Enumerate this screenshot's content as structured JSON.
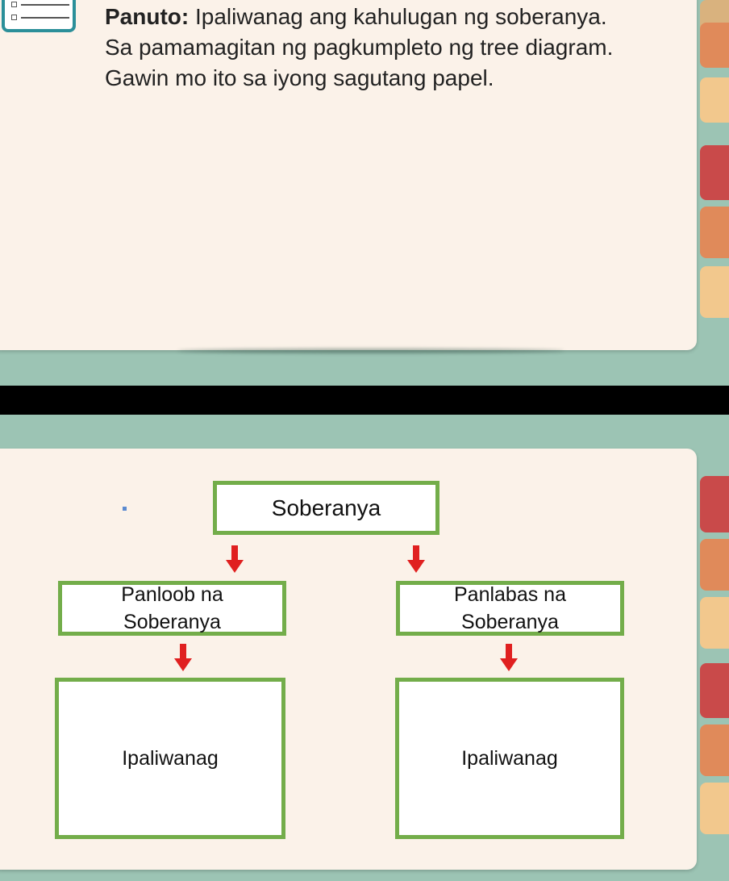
{
  "instructions": {
    "label": "Panuto:",
    "line1": "Ipaliwanag ang kahulugan ng soberanya.",
    "line2": "Sa pamamagitan ng pagkumpleto ng tree diagram.",
    "line3": "Gawin mo ito sa iyong sagutang papel."
  },
  "diagram": {
    "root": "Soberanya",
    "branches": [
      {
        "title_line1": "Panloob na",
        "title_line2": "Soberanya",
        "child": "Ipaliwanag"
      },
      {
        "title_line1": "Panlabas na",
        "title_line2": "Soberanya",
        "child": "Ipaliwanag"
      }
    ]
  },
  "colors": {
    "background": "#9cc4b4",
    "card": "#fbf2e9",
    "box_border": "#73ad4a",
    "arrow": "#e02020",
    "tab_colors": [
      "#f5c98a",
      "#e88a58",
      "#e57a6a",
      "#c94a4a"
    ]
  },
  "icons": {
    "task": "checklist-icon",
    "arrow": "arrow-down-icon"
  }
}
